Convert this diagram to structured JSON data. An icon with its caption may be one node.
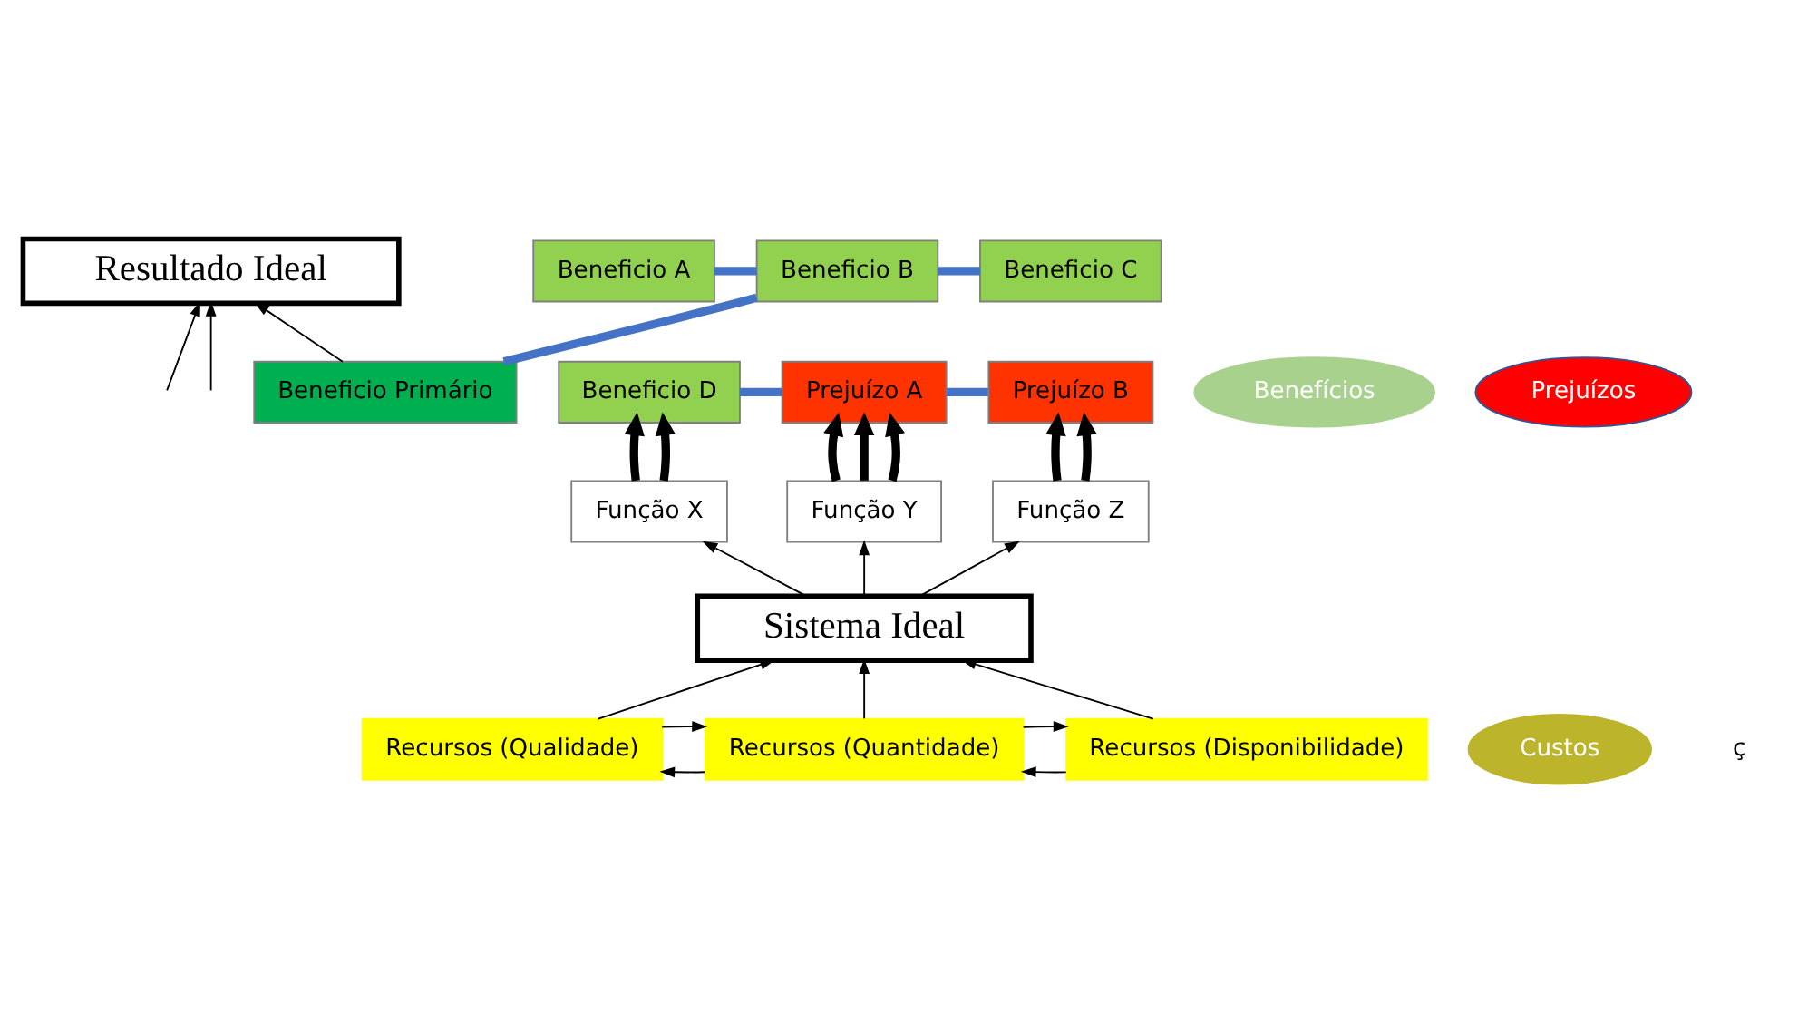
{
  "diagram": {
    "nodes": [
      {
        "text": [
          "Resultado Ideal"
        ]
      },
      {
        "text": [
          "Benefícios"
        ]
      },
      {
        "text": [
          "Beneficio Primário"
        ]
      },
      {
        "text": [
          "Beneficio A"
        ]
      },
      {
        "text": [
          "Beneficio B"
        ]
      },
      {
        "text": [
          "Beneficio C"
        ]
      },
      {
        "text": [
          "Beneficio D"
        ]
      },
      {
        "text": [
          "Prejuízo A"
        ]
      },
      {
        "text": [
          "Prejuízo B"
        ]
      },
      {
        "text": [
          "Prejuízos"
        ]
      },
      {
        "text": [
          "Função X"
        ]
      },
      {
        "text": [
          "Função Y"
        ]
      },
      {
        "text": [
          "Função Z"
        ]
      },
      {
        "text": [
          "Sistema Ideal"
        ]
      },
      {
        "text": [
          "Recursos (Qualidade)"
        ]
      },
      {
        "text": [
          "Recursos (Quantidade)"
        ]
      },
      {
        "text": [
          "Recursos (Disponibilidade)"
        ]
      },
      {
        "text": [
          "Custos"
        ]
      }
    ],
    "edges": [
      {
        "from": null,
        "to": 0,
        "arrow": "to"
      },
      {
        "from": 2,
        "to": 0,
        "arrow": "to"
      },
      {
        "from": null,
        "to": 0,
        "arrow": "to"
      },
      {
        "from": 2,
        "to": 4,
        "arrow": "none",
        "style": "thick",
        "color": "#4472c4"
      },
      {
        "from": 3,
        "to": 4,
        "arrow": "none",
        "style": "thick",
        "color": "#4472c4"
      },
      {
        "from": 4,
        "to": 5,
        "arrow": "none",
        "style": "thick",
        "color": "#4472c4"
      },
      {
        "from": 6,
        "to": 7,
        "arrow": "none",
        "style": "thick",
        "color": "#4472c4"
      },
      {
        "from": 7,
        "to": 8,
        "arrow": "none",
        "style": "thick",
        "color": "#4472c4"
      },
      {
        "from": 10,
        "to": 6,
        "arrow": "to",
        "style": "thick"
      },
      {
        "from": 10,
        "to": 6,
        "arrow": "to",
        "style": "thick"
      },
      {
        "from": 11,
        "to": 7,
        "arrow": "to",
        "style": "thick"
      },
      {
        "from": 11,
        "to": 7,
        "arrow": "to",
        "style": "thick"
      },
      {
        "from": 11,
        "to": 7,
        "arrow": "to",
        "style": "thick"
      },
      {
        "from": 12,
        "to": 8,
        "arrow": "to",
        "style": "thick"
      },
      {
        "from": 12,
        "to": 8,
        "arrow": "to",
        "style": "thick"
      },
      {
        "from": 13,
        "to": 10,
        "arrow": "to"
      },
      {
        "from": 13,
        "to": 11,
        "arrow": "to"
      },
      {
        "from": 13,
        "to": 12,
        "arrow": "to"
      },
      {
        "from": 14,
        "to": 13,
        "arrow": "to"
      },
      {
        "from": 15,
        "to": 13,
        "arrow": "to"
      },
      {
        "from": 16,
        "to": 13,
        "arrow": "to"
      },
      {
        "from": 14,
        "to": 15,
        "arrow": "to"
      },
      {
        "from": 15,
        "to": 14,
        "arrow": "to"
      },
      {
        "from": 15,
        "to": 16,
        "arrow": "to"
      },
      {
        "from": 16,
        "to": 15,
        "arrow": "to"
      }
    ],
    "labels": [
      "ç"
    ]
  }
}
